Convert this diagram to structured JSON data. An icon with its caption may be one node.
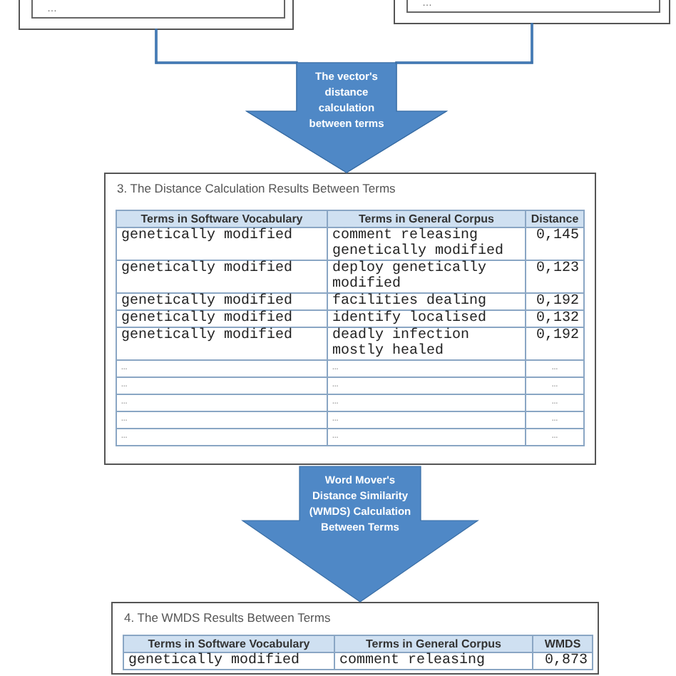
{
  "diagram": {
    "nodes": [
      {
        "text": [
          "…"
        ]
      },
      {
        "text": [
          "…"
        ]
      },
      {
        "text": [
          "3. The Distance Calculation Results Between Terms",
          "Terms in Software Vocabulary",
          "Terms in General Corpus",
          "Distance",
          "genetically modified",
          "comment releasing genetically modified",
          "0,145",
          "genetically modified",
          "deploy genetically modified",
          "0,123",
          "genetically modified",
          "facilities dealing",
          "0,192",
          "genetically modified",
          "identify localised",
          "0,132",
          "genetically modified",
          "deadly infection mostly healed",
          "0,192",
          "…",
          "…",
          "…",
          "…",
          "…",
          "…",
          "…",
          "…",
          "…",
          "…",
          "…",
          "…",
          "…",
          "…",
          "…"
        ]
      },
      {
        "text": [
          "4. The WMDS Results Between Terms",
          "Terms in Software Vocabulary",
          "Terms in General Corpus",
          "WMDS",
          "genetically modified",
          "comment releasing",
          "0,873"
        ]
      }
    ],
    "edges": [
      {
        "from": 0,
        "to": 2,
        "arrow": "to",
        "style": "thick",
        "label": "The vector's distance calculation between terms"
      },
      {
        "from": 1,
        "to": 2,
        "arrow": "to",
        "style": "thick"
      },
      {
        "from": 2,
        "to": 3,
        "arrow": "to",
        "style": "thick",
        "label": "Word Mover's Distance Similarity (WMDS) Calculation Between Terms"
      }
    ]
  }
}
